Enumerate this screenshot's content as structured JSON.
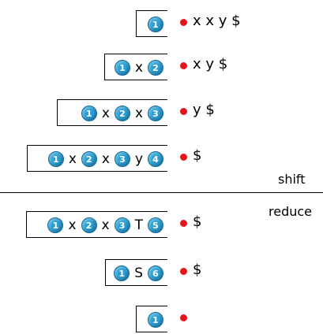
{
  "rows": [
    {
      "stack": [
        {
          "type": "state",
          "label": "1"
        }
      ],
      "input": "x x y $"
    },
    {
      "stack": [
        {
          "type": "state",
          "label": "1"
        },
        {
          "type": "sym",
          "label": "x"
        },
        {
          "type": "state",
          "label": "2"
        }
      ],
      "input": "x y $"
    },
    {
      "stack": [
        {
          "type": "state",
          "label": "1"
        },
        {
          "type": "sym",
          "label": "x"
        },
        {
          "type": "state",
          "label": "2"
        },
        {
          "type": "sym",
          "label": "x"
        },
        {
          "type": "state",
          "label": "3"
        }
      ],
      "input": "y $"
    },
    {
      "stack": [
        {
          "type": "state",
          "label": "1"
        },
        {
          "type": "sym",
          "label": "x"
        },
        {
          "type": "state",
          "label": "2"
        },
        {
          "type": "sym",
          "label": "x"
        },
        {
          "type": "state",
          "label": "3"
        },
        {
          "type": "sym",
          "label": "y"
        },
        {
          "type": "state",
          "label": "4"
        }
      ],
      "input": "$"
    },
    {
      "stack": [
        {
          "type": "state",
          "label": "1"
        },
        {
          "type": "sym",
          "label": "x"
        },
        {
          "type": "state",
          "label": "2"
        },
        {
          "type": "sym",
          "label": "x"
        },
        {
          "type": "state",
          "label": "3"
        },
        {
          "type": "sym",
          "label": "T"
        },
        {
          "type": "state",
          "label": "5"
        }
      ],
      "input": "$"
    },
    {
      "stack": [
        {
          "type": "state",
          "label": "1"
        },
        {
          "type": "sym",
          "label": "S"
        },
        {
          "type": "state",
          "label": "6"
        }
      ],
      "input": "$"
    },
    {
      "stack": [
        {
          "type": "state",
          "label": "1"
        }
      ],
      "input": ""
    }
  ],
  "actions": {
    "shift": "shift",
    "reduce": "reduce"
  },
  "colors": {
    "state_fill": "#2a9fd6",
    "dot": "#e3161e"
  }
}
